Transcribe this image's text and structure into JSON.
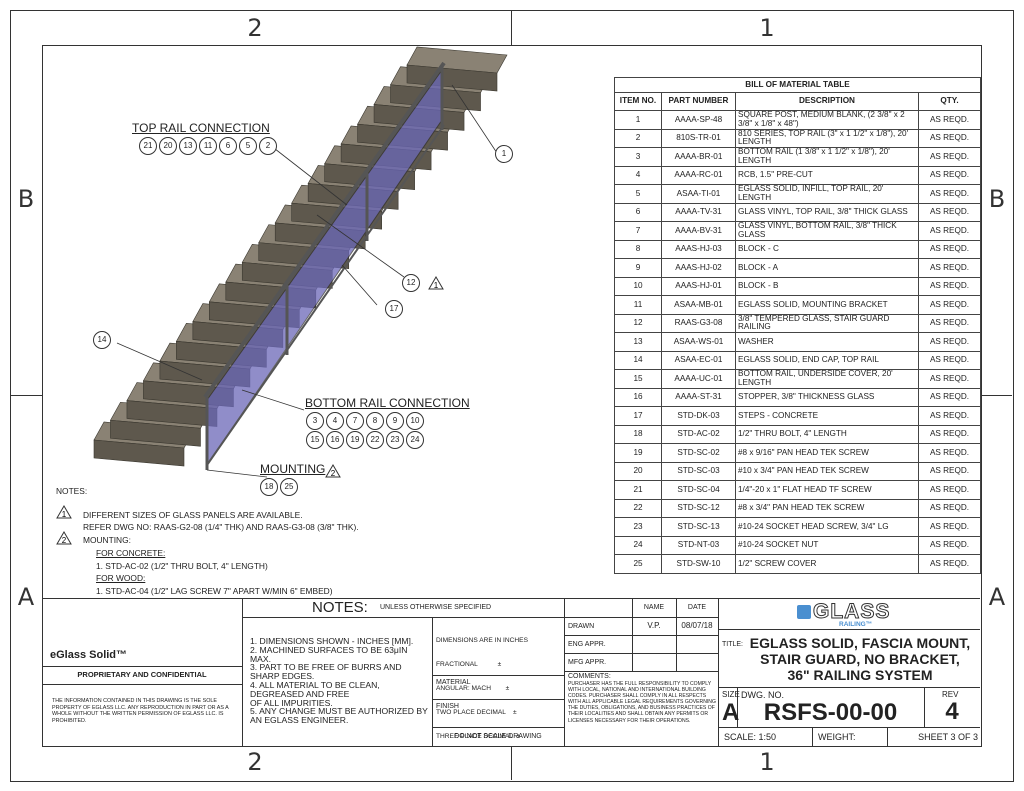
{
  "zones": {
    "top_left": "2",
    "top_right": "1",
    "bottom_left": "2",
    "bottom_right": "1",
    "left_upper": "B",
    "right_upper": "B",
    "left_lower": "A",
    "right_lower": "A"
  },
  "bom": {
    "title": "BILL OF MATERIAL TABLE",
    "headers": [
      "ITEM NO.",
      "PART NUMBER",
      "DESCRIPTION",
      "QTY."
    ],
    "rows": [
      [
        "1",
        "AAAA-SP-48",
        "SQUARE POST, MEDIUM BLANK, (2 3/8\" x 2 3/8\" x 1/8\" x 48\")",
        "AS REQD."
      ],
      [
        "2",
        "810S-TR-01",
        "810 SERIES, TOP RAIL (3\" x 1 1/2\" x 1/8\"), 20' LENGTH",
        "AS REQD."
      ],
      [
        "3",
        "AAAA-BR-01",
        "BOTTOM RAIL (1 3/8\" x 1 1/2\" x 1/8\"), 20' LENGTH",
        "AS REQD."
      ],
      [
        "4",
        "AAAA-RC-01",
        "RCB, 1.5\" PRE-CUT",
        "AS REQD."
      ],
      [
        "5",
        "ASAA-TI-01",
        "EGLASS SOLID, INFILL, TOP RAIL, 20' LENGTH",
        "AS REQD."
      ],
      [
        "6",
        "AAAA-TV-31",
        "GLASS VINYL, TOP RAIL, 3/8\" THICK GLASS",
        "AS REQD."
      ],
      [
        "7",
        "AAAA-BV-31",
        "GLASS VINYL, BOTTOM RAIL, 3/8\" THICK GLASS",
        "AS REQD."
      ],
      [
        "8",
        "AAAS-HJ-03",
        "BLOCK - C",
        "AS REQD."
      ],
      [
        "9",
        "AAAS-HJ-02",
        "BLOCK - A",
        "AS REQD."
      ],
      [
        "10",
        "AAAS-HJ-01",
        "BLOCK - B",
        "AS REQD."
      ],
      [
        "11",
        "ASAA-MB-01",
        "EGLASS SOLID, MOUNTING BRACKET",
        "AS REQD."
      ],
      [
        "12",
        "RAAS-G3-08",
        "3/8\" TEMPERED GLASS, STAIR GUARD RAILING",
        "AS REQD."
      ],
      [
        "13",
        "ASAA-WS-01",
        "WASHER",
        "AS REQD."
      ],
      [
        "14",
        "ASAA-EC-01",
        "EGLASS SOLID, END CAP, TOP RAIL",
        "AS REQD."
      ],
      [
        "15",
        "AAAA-UC-01",
        "BOTTOM RAIL, UNDERSIDE COVER, 20' LENGTH",
        "AS REQD."
      ],
      [
        "16",
        "AAAA-ST-31",
        "STOPPER, 3/8\" THICKNESS GLASS",
        "AS REQD."
      ],
      [
        "17",
        "STD-DK-03",
        "STEPS - CONCRETE",
        "AS REQD."
      ],
      [
        "18",
        "STD-AC-02",
        "1/2\" THRU BOLT, 4\" LENGTH",
        "AS REQD."
      ],
      [
        "19",
        "STD-SC-02",
        "#8 x 9/16\" PAN HEAD TEK SCREW",
        "AS REQD."
      ],
      [
        "20",
        "STD-SC-03",
        "#10 x 3/4\" PAN HEAD TEK SCREW",
        "AS REQD."
      ],
      [
        "21",
        "STD-SC-04",
        "1/4\"-20  x 1\" FLAT HEAD TF SCREW",
        "AS REQD."
      ],
      [
        "22",
        "STD-SC-12",
        "#8 x 3/4\" PAN HEAD TEK SCREW",
        "AS REQD."
      ],
      [
        "23",
        "STD-SC-13",
        "#10-24 SOCKET HEAD SCREW, 3/4\" LG",
        "AS REQD."
      ],
      [
        "24",
        "STD-NT-03",
        "#10-24 SOCKET NUT",
        "AS REQD."
      ],
      [
        "25",
        "STD-SW-10",
        "1/2\" SCREW COVER",
        "AS REQD."
      ]
    ]
  },
  "callouts": {
    "top_rail": {
      "label": "TOP RAIL CONNECTION",
      "items": [
        "21",
        "20",
        "13",
        "11",
        "6",
        "5",
        "2"
      ]
    },
    "bottom_rail": {
      "label": "BOTTOM RAIL CONNECTION",
      "row1": [
        "3",
        "4",
        "7",
        "8",
        "9",
        "10"
      ],
      "row2": [
        "15",
        "16",
        "19",
        "22",
        "23",
        "24"
      ]
    },
    "mounting": {
      "label": "MOUNTING",
      "flag": "2",
      "items": [
        "18",
        "25"
      ]
    },
    "post": "1",
    "glass": "12",
    "glass_flag": "1",
    "steps": "17",
    "end_cap": "14"
  },
  "notes": {
    "title": "NOTES:",
    "flag1": "1",
    "flag2": "2",
    "line1": "DIFFERENT SIZES OF GLASS PANELS ARE AVAILABLE.",
    "line2": "REFER DWG NO: RAAS-G2-08 (1/4\" THK) AND RAAS-G3-08 (3/8\" THK).",
    "line3": "MOUNTING:",
    "concrete_head": "FOR CONCRETE:",
    "concrete": "1. STD-AC-02 (1/2\" THRU BOLT, 4\" LENGTH)",
    "wood_head": "FOR WOOD:",
    "wood": "1. STD-AC-04 (1/2\" LAG SCREW 7\" APART W/MIN 6\" EMBED)"
  },
  "title_block": {
    "company": "eGlass Solid™",
    "proprietary": "PROPRIETARY AND CONFIDENTIAL",
    "legal": "THE INFORMATION CONTAINED IN THIS DRAWING IS THE SOLE PROPERTY OF EGLASS LLC. ANY REPRODUCTION IN PART OR AS A WHOLE WITHOUT THE WRITTEN PERMISSION OF EGLASS LLC. IS PROHIBITED.",
    "notes_title": "NOTES:",
    "unless": "UNLESS OTHERWISE SPECIFIED",
    "notes_lines": [
      "1. DIMENSIONS SHOWN - INCHES [MM].",
      "2. MACHINED SURFACES TO BE 63μIN MAX.",
      "3. PART TO BE FREE OF BURRS AND SHARP EDGES.",
      "4. ALL MATERIAL TO BE CLEAN, DEGREASED AND FREE",
      "OF ALL IMPURITIES.",
      "5. ANY CHANGE MUST BE AUTHORIZED BY AN EGLASS ENGINEER."
    ],
    "dims_lines": [
      "DIMENSIONS ARE IN INCHES",
      "FRACTIONAL           ±",
      "ANGULAR: MACH        ±",
      "TWO PLACE DECIMAL    ±",
      "THREE PLACE DECIMAL  ±"
    ],
    "material": "MATERIAL",
    "finish": "FINISH",
    "do_not_scale": "DO NOT SCALE DRAWING",
    "name_head": "NAME",
    "date_head": "DATE",
    "drawn": "DRAWN",
    "drawn_name": "V.P.",
    "drawn_date": "08/07/18",
    "eng_appr": "ENG APPR.",
    "mfg_appr": "MFG APPR.",
    "comments": "COMMENTS:",
    "comments_text": "PURCHASER HAS THE FULL RESPONSIBILITY TO COMPLY WITH LOCAL, NATIONAL AND INTERNATIONAL BUILDING CODES. PURCHASER SHALL COMPLY IN ALL RESPECTS WITH ALL APPLICABLE LEGAL REQUIREMENTS GOVERNING THE DUTIES, OBLIGATIONS, AND BUSINESS PRACTICES OF THEIR LOCALITIES AND SHALL OBTAIN ANY PERMITS OR LICENSES NECESSARY FOR THEIR OPERATIONS.",
    "logo_text": "GLASS",
    "logo_sub": "RAILING™",
    "title_label": "TITLE:",
    "title_lines": [
      "EGLASS SOLID, FASCIA MOUNT,",
      "STAIR GUARD, NO BRACKET,",
      "36\" RAILING SYSTEM"
    ],
    "size_label": "SIZE",
    "size": "A",
    "dwg_label": "DWG.  NO.",
    "dwg_no": "RSFS-00-00",
    "rev_label": "REV",
    "rev": "4",
    "scale": "SCALE: 1:50",
    "weight": "WEIGHT:",
    "sheet": "SHEET 3 OF 3"
  }
}
